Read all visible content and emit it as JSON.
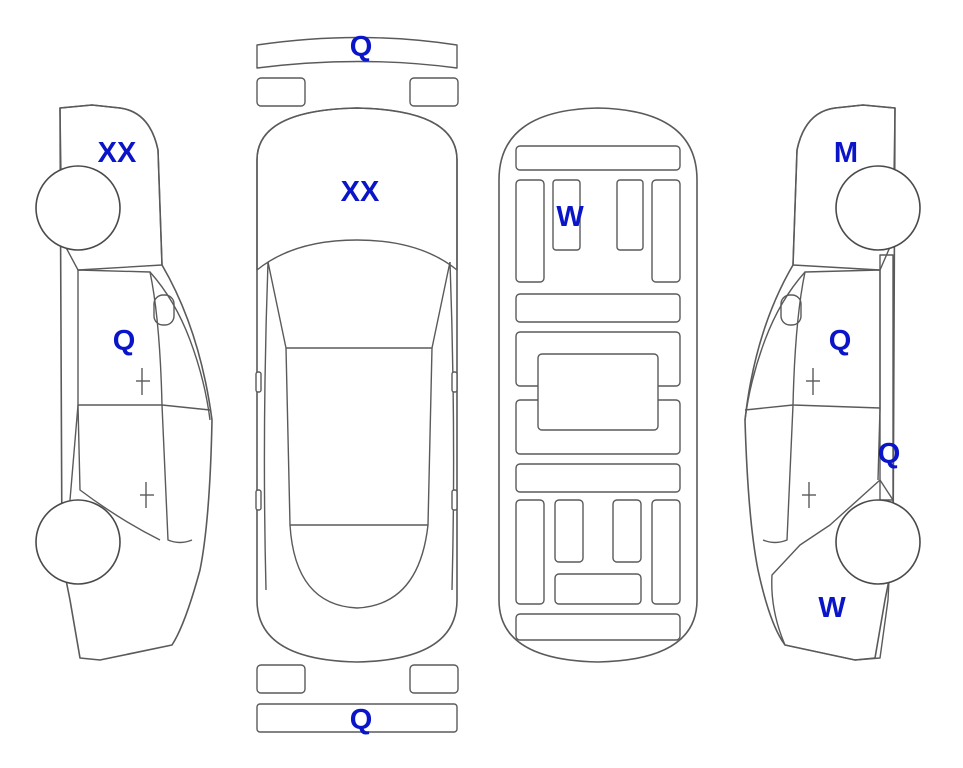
{
  "colors": {
    "damage_orange": "#FAAA2F",
    "light_blue": "#DFF5FB",
    "label_blue": "#0A14C8",
    "outline": "#5a5a5a"
  },
  "marks": {
    "front_bumper": "Q",
    "rear_bumper": "Q",
    "hood_top": "XX",
    "left_front": "XX",
    "left_door": "Q",
    "underbody_panel": "W",
    "right_front": "M",
    "right_door": "Q",
    "right_rocker": "Q",
    "right_rear": "W"
  }
}
